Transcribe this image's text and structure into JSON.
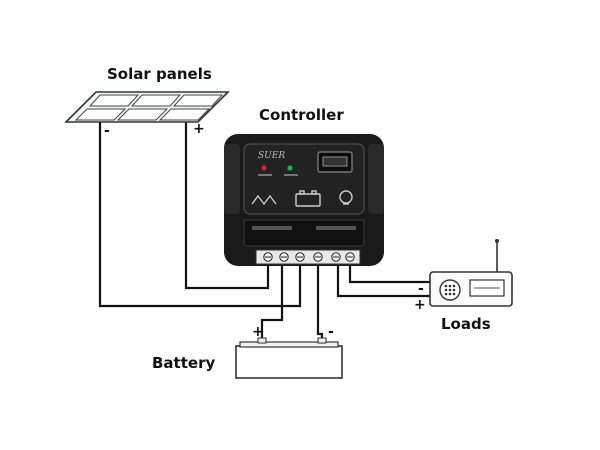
{
  "labels": {
    "solar_panels": "Solar panels",
    "controller": "Controller",
    "battery": "Battery",
    "loads": "Loads"
  },
  "polarity": {
    "panel_negative": "-",
    "panel_positive": "+",
    "battery_positive": "+",
    "battery_negative": "-",
    "load_negative": "-",
    "load_positive": "+"
  },
  "controller": {
    "brand_text": "SUER"
  },
  "colors": {
    "wire": "#111111",
    "controller_body": "#1a1a1a",
    "indicator_red": "#d22222",
    "indicator_green": "#22b04a"
  }
}
